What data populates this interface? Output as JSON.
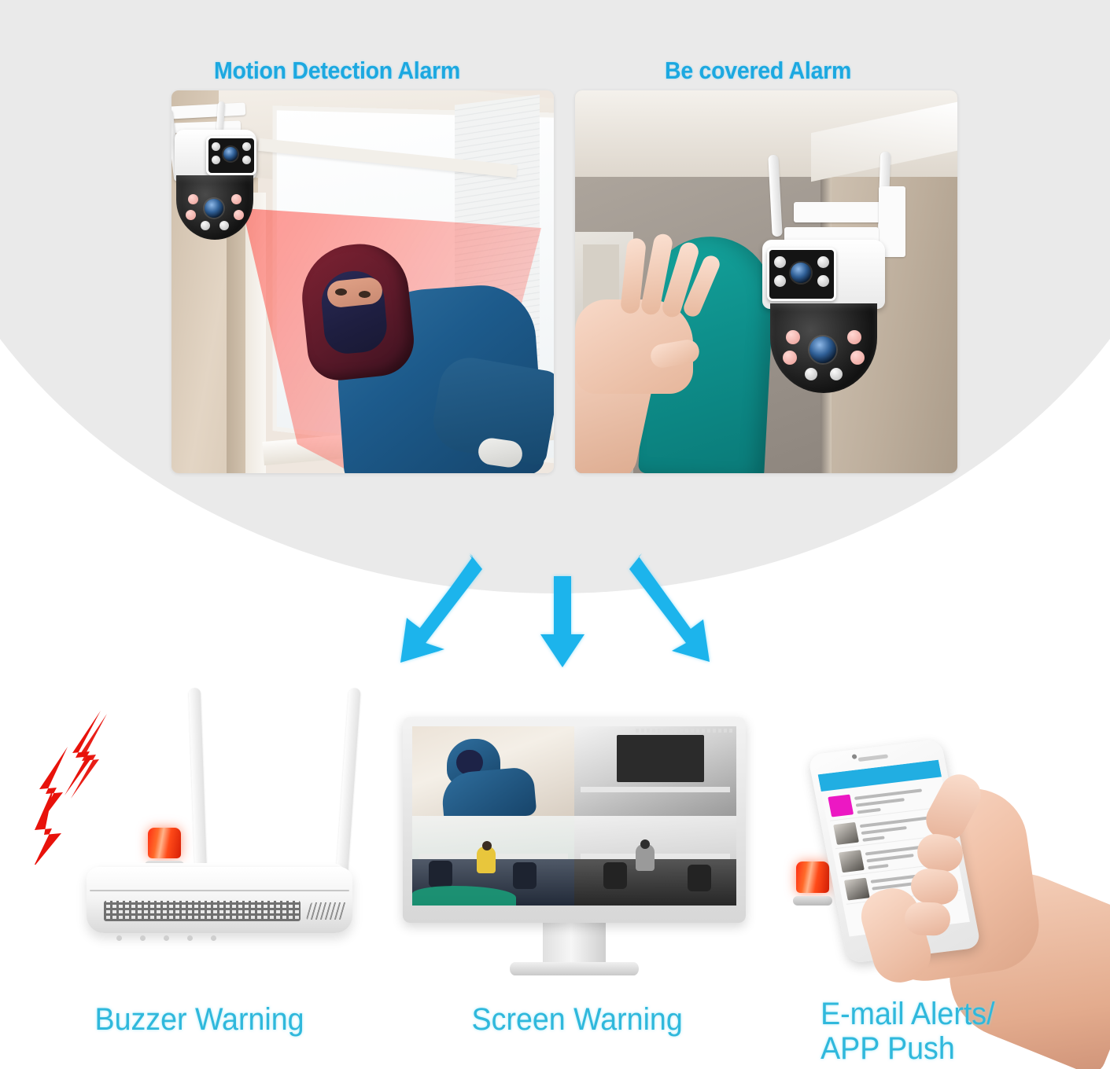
{
  "headings": {
    "left": "Motion Detection Alarm",
    "right": "Be covered Alarm"
  },
  "photos": [
    {
      "id": "motion-detection-photo",
      "alt": "Dual-lens PTZ security camera mounted near a window detecting a masked intruder in a blue hoodie climbing in, with a red detection beam",
      "camera": "dual-lens-ptz-camera",
      "beam_color": "#ff3c32",
      "intruder_hoodie_color": "#1d5b8c",
      "mask_color": "#1e1e40"
    },
    {
      "id": "be-covered-photo",
      "alt": "A hand covering a wall-mounted dual-lens camera with a teal cloth",
      "camera": "dual-lens-ptz-camera",
      "cloth_color": "#0e8f8b"
    }
  ],
  "arrows": [
    {
      "name": "arrow-to-buzzer",
      "direction": "down-left"
    },
    {
      "name": "arrow-to-screen",
      "direction": "down"
    },
    {
      "name": "arrow-to-phone",
      "direction": "down-right"
    }
  ],
  "alerts": [
    {
      "name": "buzzer-warning",
      "label": "Buzzer Warning",
      "device": "nvr-router-with-antennas",
      "siren": "red-siren-beacon",
      "bolts": "red-lightning-bolts"
    },
    {
      "name": "screen-warning",
      "label": "Screen Warning",
      "device": "desktop-monitor",
      "view": "quad-split-live-view",
      "quad_views": [
        "intruder-climbing-window-color",
        "room-night-vision-grayscale",
        "office-desks-color",
        "office-desks-grayscale"
      ]
    },
    {
      "name": "email-app-push",
      "label": "E-mail Alerts/\nAPP Push",
      "device": "smartphone-in-hand",
      "siren": "red-siren-beacon",
      "app_list_rows": 4
    }
  ],
  "colors": {
    "heading_blue": "#1ca8e0",
    "label_cyan": "#2fb8dc",
    "arrow_blue": "#1cb4ec",
    "panel_gray": "#eaeaea",
    "alarm_red": "#e8120b",
    "page_background": "#ffffff"
  }
}
